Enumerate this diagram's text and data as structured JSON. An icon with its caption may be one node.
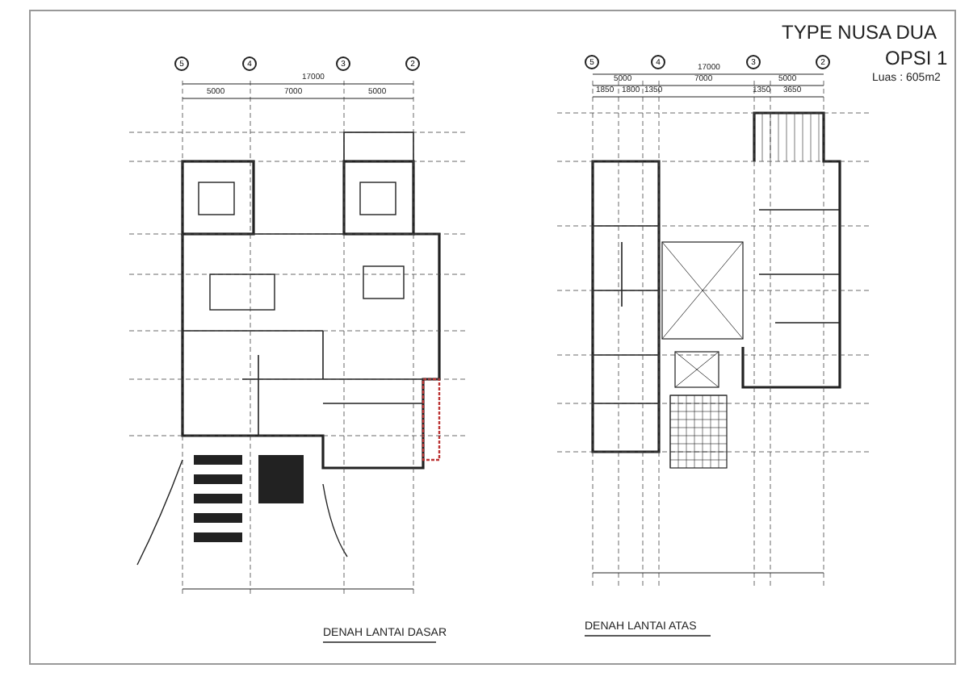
{
  "diagram": {
    "title": "TYPE NUSA DUA",
    "labels": [
      "OPSI 1",
      "Luas : 605m2",
      "17000",
      "5000",
      "7000",
      "5000",
      "5",
      "4",
      "3",
      "2",
      "DENAH LANTAI DASAR",
      "17000",
      "5000",
      "7000",
      "5000",
      "1850",
      "1800",
      "1350",
      "1350",
      "3650",
      "5",
      "4",
      "3",
      "2",
      "DENAH LANTAI ATAS"
    ]
  }
}
